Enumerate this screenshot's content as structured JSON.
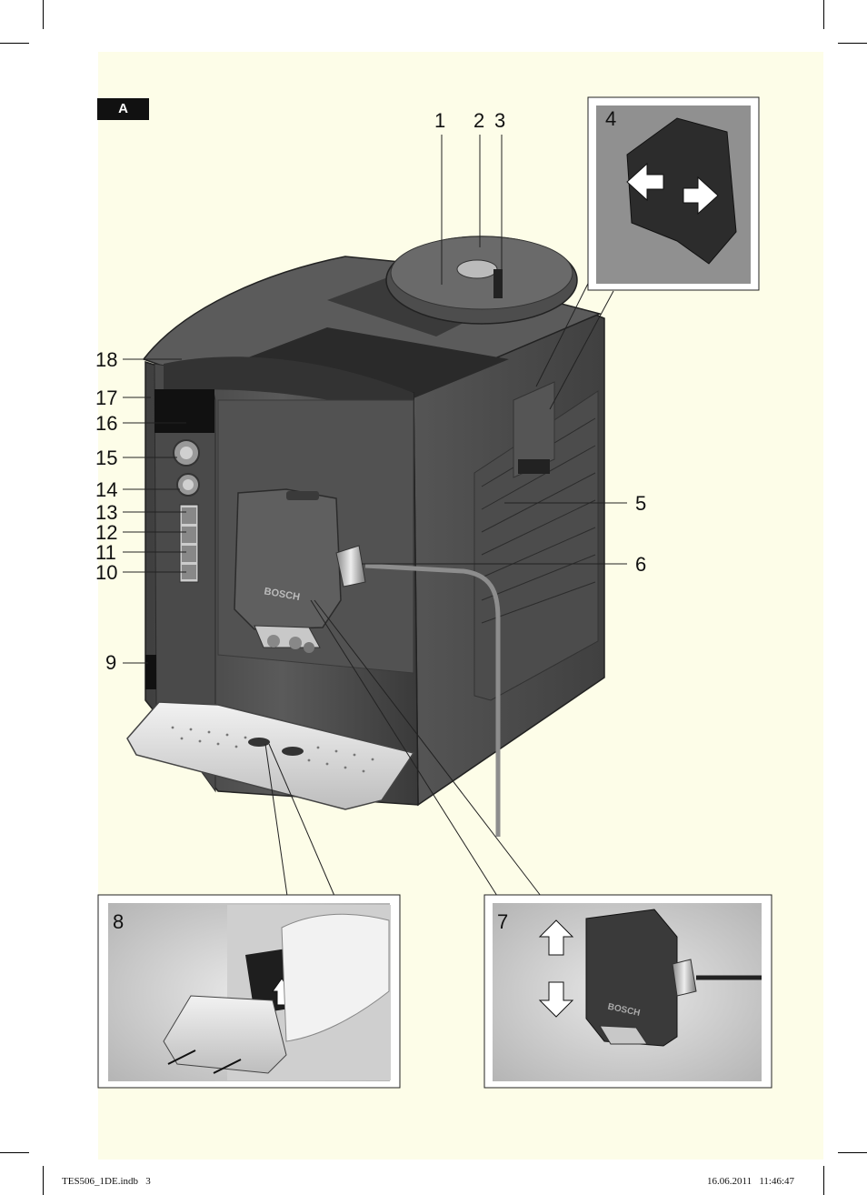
{
  "section_label": "A",
  "callouts": {
    "c1": "1",
    "c2": "2",
    "c3": "3",
    "c4": "4",
    "c5": "5",
    "c6": "6",
    "c7": "7",
    "c8": "8",
    "c9": "9",
    "c10": "10",
    "c11": "11",
    "c12": "12",
    "c13": "13",
    "c14": "14",
    "c15": "15",
    "c16": "16",
    "c17": "17",
    "c18": "18"
  },
  "brand_text": "BOSCH",
  "footer": {
    "left": "TES506_1DE.indb   3",
    "right": "16.06.2011   11:46:47"
  },
  "colors": {
    "machine_body": "#4a4a4a",
    "page_background": "#fdfde8"
  }
}
